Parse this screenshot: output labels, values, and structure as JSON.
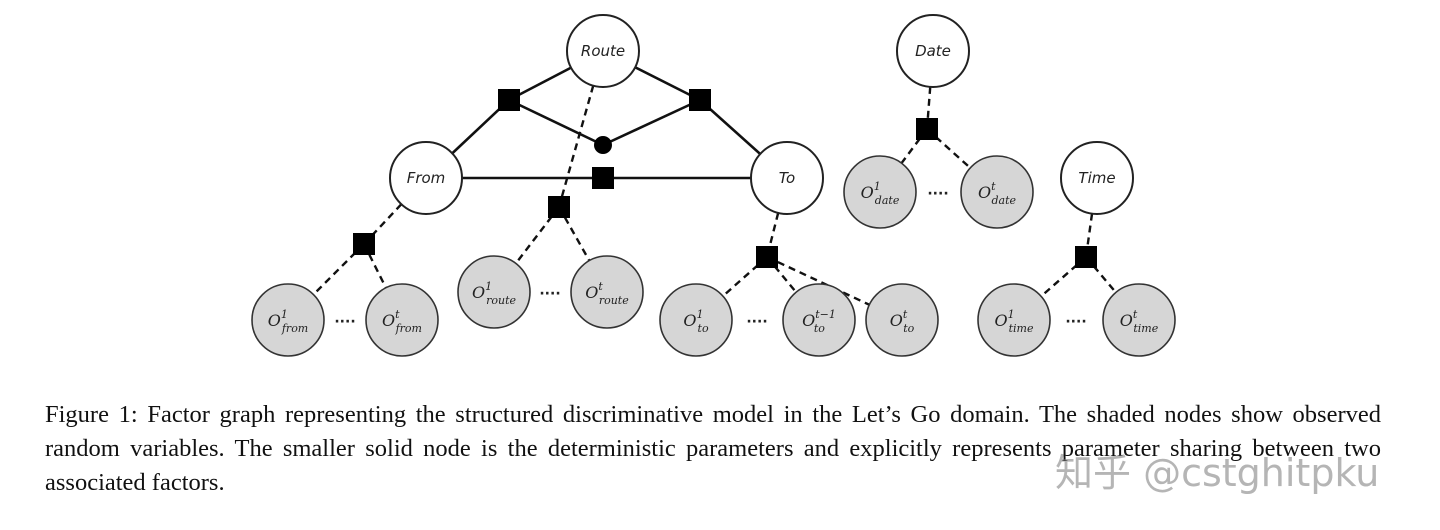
{
  "nodes": {
    "route": "Route",
    "date": "Date",
    "from": "From",
    "to": "To",
    "time": "Time"
  },
  "observations": [
    {
      "base": "O",
      "sup": "1",
      "sub": "from"
    },
    {
      "base": "O",
      "sup": "t",
      "sub": "from"
    },
    {
      "base": "O",
      "sup": "1",
      "sub": "route"
    },
    {
      "base": "O",
      "sup": "t",
      "sub": "route"
    },
    {
      "base": "O",
      "sup": "1",
      "sub": "to"
    },
    {
      "base": "O",
      "sup": "t−1",
      "sub": "to"
    },
    {
      "base": "O",
      "sup": "t",
      "sub": "to"
    },
    {
      "base": "O",
      "sup": "1",
      "sub": "date"
    },
    {
      "base": "O",
      "sup": "t",
      "sub": "date"
    },
    {
      "base": "O",
      "sup": "1",
      "sub": "time"
    },
    {
      "base": "O",
      "sup": "t",
      "sub": "time"
    }
  ],
  "ellipsis": "····",
  "caption": "Figure 1: Factor graph representing the structured discriminative model in the Let’s Go domain. The shaded nodes show observed random variables. The smaller solid node is the deterministic parameters and explicitly represents parameter sharing between two associated factors.",
  "watermark": "知乎 @cstghitpku"
}
